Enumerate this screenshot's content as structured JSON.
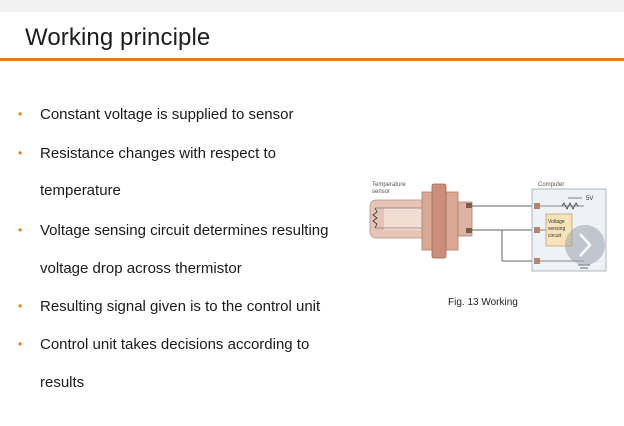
{
  "slide": {
    "title": "Working principle",
    "bullets": [
      {
        "lines": [
          "Constant voltage is supplied to sensor"
        ]
      },
      {
        "lines": [
          "Resistance changes with respect to",
          "temperature"
        ]
      },
      {
        "lines": [
          "Voltage sensing circuit determines resulting",
          "voltage drop across thermistor"
        ]
      },
      {
        "lines": [
          "Resulting signal given is to the control unit"
        ]
      },
      {
        "lines": [
          "Control unit takes decisions according to",
          "results"
        ]
      }
    ],
    "bullet_symbol": "•",
    "accent_color": "#e87b1e"
  },
  "figure": {
    "sensor_label_1": "Temperature",
    "sensor_label_2": "sensor",
    "computer_label": "Computer",
    "voltage_label": "5V",
    "circuit_label_1": "Voltage",
    "circuit_label_2": "sensing",
    "circuit_label_3": "circuit",
    "caption": "Fig. 13 Working"
  }
}
